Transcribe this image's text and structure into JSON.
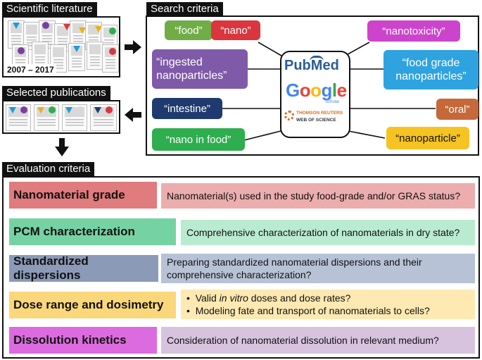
{
  "headers": {
    "literature": "Scientific literature",
    "search": "Search criteria",
    "selected": "Selected publications",
    "evaluation": "Evaluation criteria"
  },
  "literature_years": "2007 – 2017",
  "search_terms": [
    {
      "id": "food",
      "text": "“food”",
      "color": "#70ad47"
    },
    {
      "id": "nano",
      "text": "“nano”",
      "color": "#d9363e"
    },
    {
      "id": "nanotoxicity",
      "text": "“nanotoxicity”",
      "color": "#cc44cc"
    },
    {
      "id": "ingested",
      "text": "“ingested nanoparticles”",
      "color": "#7f5aa8"
    },
    {
      "id": "foodgrade",
      "text": "“food grade nanoparticles”",
      "color": "#2ea3e0"
    },
    {
      "id": "intestine",
      "text": "“intestine”",
      "color": "#1f3a6e"
    },
    {
      "id": "oral",
      "text": "“oral”",
      "color": "#c5683a"
    },
    {
      "id": "nanoinfood",
      "text": "“nano in food”",
      "color": "#2eae4e"
    },
    {
      "id": "nanoparticle",
      "text": "“nanoparticle”",
      "color": "#f5c322"
    }
  ],
  "databases": {
    "pubmed_pub": "Pub",
    "pubmed_med": "Med",
    "google": "Google",
    "scholar": "Scholar",
    "thomson": "THOMSON REUTERS",
    "wos": "WEB OF SCIENCE"
  },
  "criteria": [
    {
      "label": "Nanomaterial grade",
      "label_color": "#e07b7e",
      "desc_color": "#ecadae",
      "lines": [
        "Nanomaterial(s) used in the study food-grade and/or GRAS status?"
      ]
    },
    {
      "label": "PCM characterization",
      "label_color": "#75d3a3",
      "desc_color": "#b9ebd0",
      "lines": [
        "Comprehensive characterization of nanomaterials in dry state?"
      ]
    },
    {
      "label": "Standardized dispersions",
      "label_color": "#8b9ab7",
      "desc_color": "#b7c2d6",
      "lines": [
        "Preparing standardized nanomaterial dispersions and their",
        "comprehensive characterization?"
      ]
    },
    {
      "label": "Dose range and dosimetry",
      "label_color": "#fbd77b",
      "desc_color": "#fde9b1",
      "bullets": [
        [
          "Valid ",
          "in vitro",
          " doses and dose rates?"
        ],
        [
          "Modeling fate and transport of nanomaterials to cells?"
        ]
      ]
    },
    {
      "label": "Dissolution kinetics",
      "label_color": "#dd6be0",
      "desc_color": "#d8c3df",
      "lines": [
        "Consideration of nanomaterial dissolution in relevant medium?"
      ]
    }
  ]
}
